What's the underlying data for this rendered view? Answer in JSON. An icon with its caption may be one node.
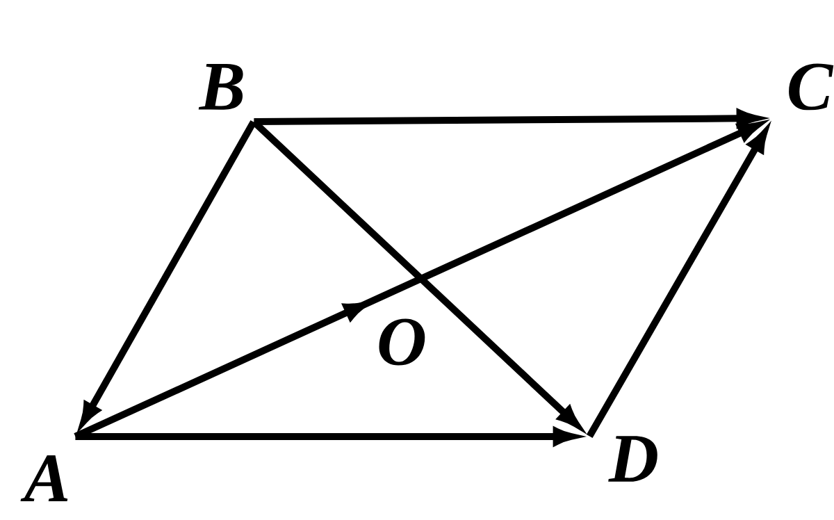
{
  "diagram": {
    "nodes": [
      {
        "text": [
          "A"
        ]
      },
      {
        "text": [
          "B"
        ]
      },
      {
        "text": [
          "C"
        ]
      },
      {
        "text": [
          "D"
        ]
      }
    ],
    "edges": [
      {
        "from": 1,
        "to": 0,
        "arrow": "to"
      },
      {
        "from": 1,
        "to": 2,
        "arrow": "to"
      },
      {
        "from": 0,
        "to": 3,
        "arrow": "to"
      },
      {
        "from": 1,
        "to": 3,
        "arrow": "to"
      },
      {
        "from": 3,
        "to": 2,
        "arrow": "to"
      },
      {
        "from": 0,
        "to": 2,
        "arrow": "to"
      }
    ],
    "labels": [
      "O"
    ]
  }
}
